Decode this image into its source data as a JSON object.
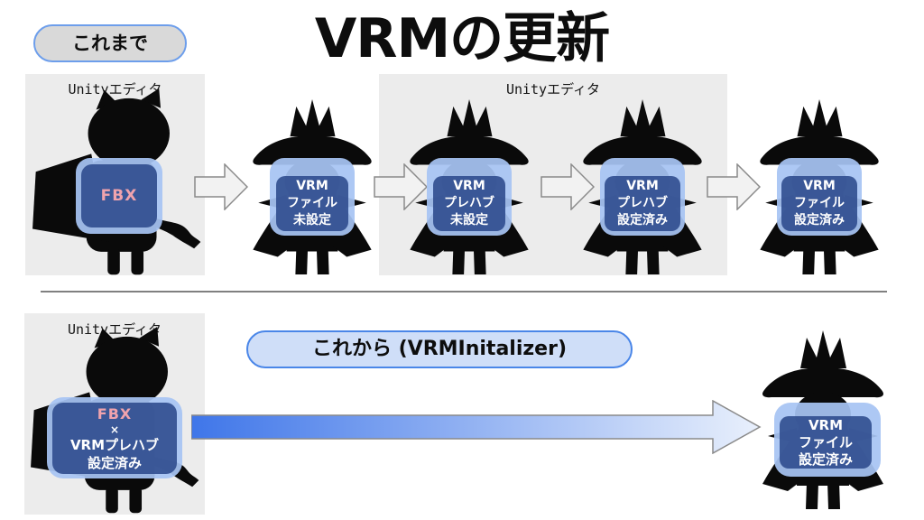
{
  "slide": {
    "title": "VRMの更新"
  },
  "badge_before": {
    "label": "これまで"
  },
  "badge_after": {
    "label": "これから (VRMInitalizer)"
  },
  "unity_editor_label": "Unityエディタ",
  "top_flow": {
    "steps": [
      {
        "character": "cat-silhouette",
        "lines": [
          "FBX"
        ]
      },
      {
        "character": "wizard-silhouette",
        "lines": [
          "VRM",
          "ファイル",
          "未設定"
        ]
      },
      {
        "character": "wizard-silhouette",
        "lines": [
          "VRM",
          "プレハブ",
          "未設定"
        ]
      },
      {
        "character": "wizard-silhouette",
        "lines": [
          "VRM",
          "プレハブ",
          "設定済み"
        ]
      },
      {
        "character": "wizard-silhouette",
        "lines": [
          "VRM",
          "ファイル",
          "設定済み"
        ]
      }
    ]
  },
  "bottom_flow": {
    "source": {
      "character": "cat-silhouette",
      "lines": [
        "FBX",
        "×",
        "VRMプレハブ",
        "設定済み"
      ]
    },
    "result": {
      "character": "wizard-silhouette",
      "lines": [
        "VRM",
        "ファイル",
        "設定済み"
      ]
    }
  },
  "colors": {
    "accent_blue_border": "#4a86e8",
    "badge_before_border": "#6d9eeb",
    "badge_before_fill": "#d9d9d9",
    "badge_after_fill": "#cfdef8",
    "label_outer_fill": "#a7c4f3",
    "label_inner_fill": "#35589c",
    "fbx_text": "#f0a3ad",
    "editor_box_fill": "#ececec",
    "small_arrow_fill": "#f2f2f2",
    "small_arrow_stroke": "#8a8a8a",
    "gradient_arrow_start": "#3f76e9",
    "gradient_arrow_end": "#e9f0fc",
    "silhouette": "#0a0a0a"
  }
}
